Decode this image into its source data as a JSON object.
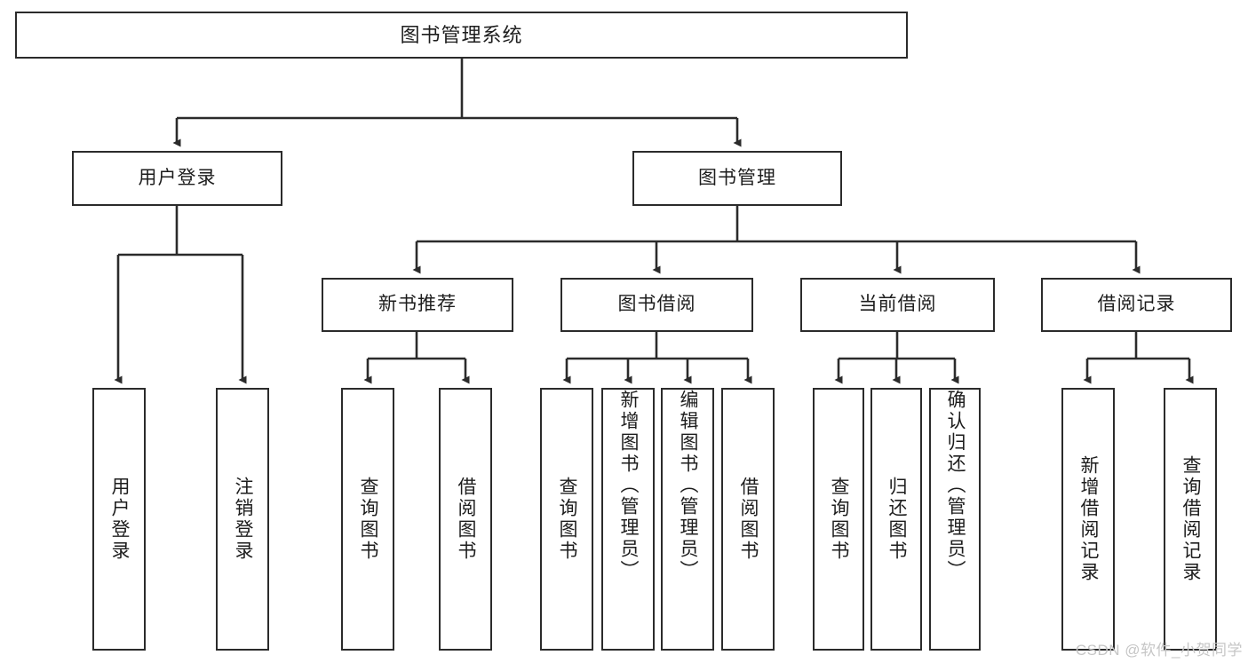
{
  "diagram": {
    "title": "图书管理系统",
    "root": {
      "label": "图书管理系统"
    },
    "level2": [
      {
        "label": "用户登录"
      },
      {
        "label": "图书管理"
      }
    ],
    "level3": [
      {
        "label": "新书推荐"
      },
      {
        "label": "图书借阅"
      },
      {
        "label": "当前借阅"
      },
      {
        "label": "借阅记录"
      }
    ],
    "leaves": {
      "user_login": [
        {
          "label": "用户登录"
        },
        {
          "label": "注销登录"
        }
      ],
      "new_book_recommend": [
        {
          "label": "查询图书"
        },
        {
          "label": "借阅图书"
        }
      ],
      "book_borrow": [
        {
          "label": "查询图书"
        },
        {
          "label": "新增图书（管理员）"
        },
        {
          "label": "编辑图书（管理员）"
        },
        {
          "label": "借阅图书"
        }
      ],
      "current_borrow": [
        {
          "label": "查询图书"
        },
        {
          "label": "归还图书"
        },
        {
          "label": "确认归还（管理员）"
        }
      ],
      "borrow_record": [
        {
          "label": "新增借阅记录"
        },
        {
          "label": "查询借阅记录"
        }
      ]
    }
  },
  "watermark": {
    "text": "CSDN @软件_小贺同学"
  },
  "colors": {
    "stroke": "#2b2b2b",
    "fill": "#ffffff",
    "text": "#1d1d1d",
    "watermark": "#c6c6c6"
  }
}
